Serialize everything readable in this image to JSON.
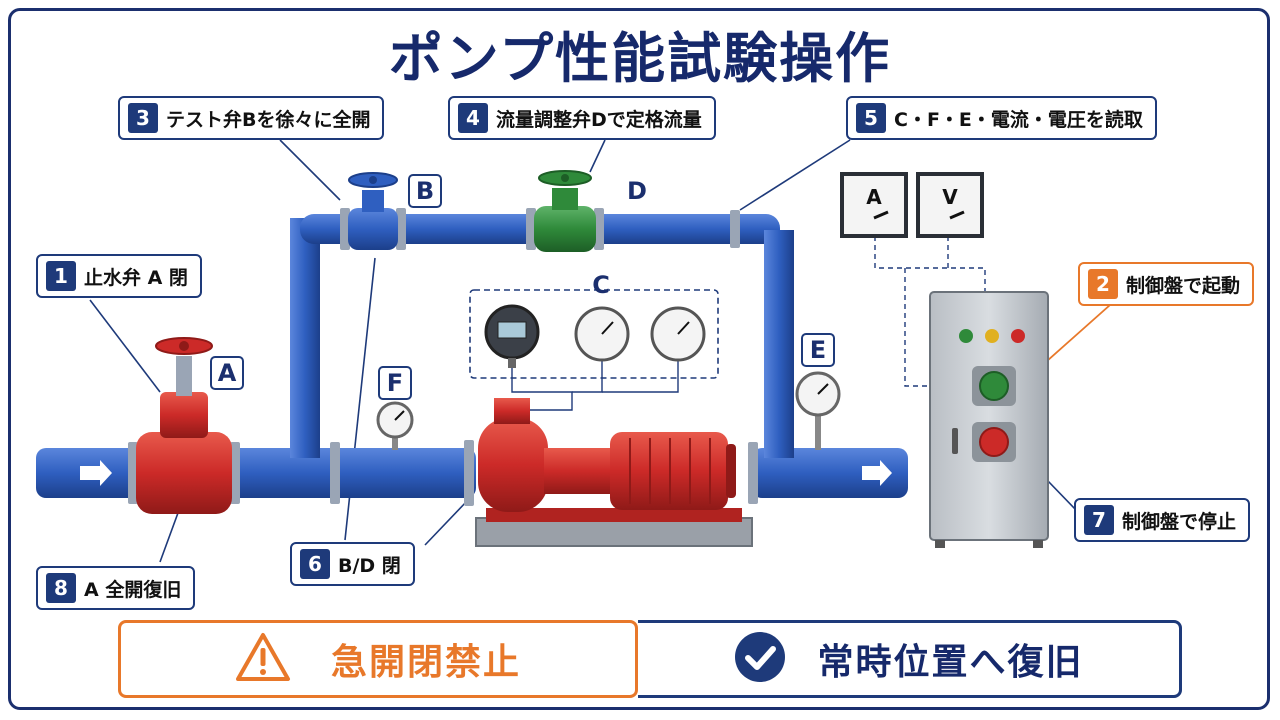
{
  "title": "ポンプ性能試験操作",
  "steps": [
    {
      "num": "1",
      "text": "止水弁 A 閉"
    },
    {
      "num": "2",
      "text": "制御盤で起動"
    },
    {
      "num": "3",
      "text": "テスト弁Bを徐々に全開"
    },
    {
      "num": "4",
      "text": "流量調整弁Dで定格流量"
    },
    {
      "num": "5",
      "text": "C・F・E・電流・電圧を読取"
    },
    {
      "num": "6",
      "text": "B/D 閉"
    },
    {
      "num": "7",
      "text": "制御盤で停止"
    },
    {
      "num": "8",
      "text": "A 全開復旧"
    }
  ],
  "labels": {
    "a": "A",
    "b": "B",
    "c": "C",
    "d": "D",
    "e": "E",
    "f": "F"
  },
  "meters": {
    "ammeter": "A",
    "voltmeter": "V"
  },
  "footer": {
    "warning": "急開閉禁止",
    "ok": "常時位置へ復旧"
  },
  "colors": {
    "pipe_blue": "#2f5fc0",
    "pump_red": "#cc2a28",
    "valve_green": "#2f8a3a",
    "accent_orange": "#e8782a",
    "navy": "#1e3a7a"
  },
  "icons": {
    "warning": "warning-triangle-icon",
    "check": "check-circle-icon",
    "flow": "flow-arrow-icon"
  }
}
